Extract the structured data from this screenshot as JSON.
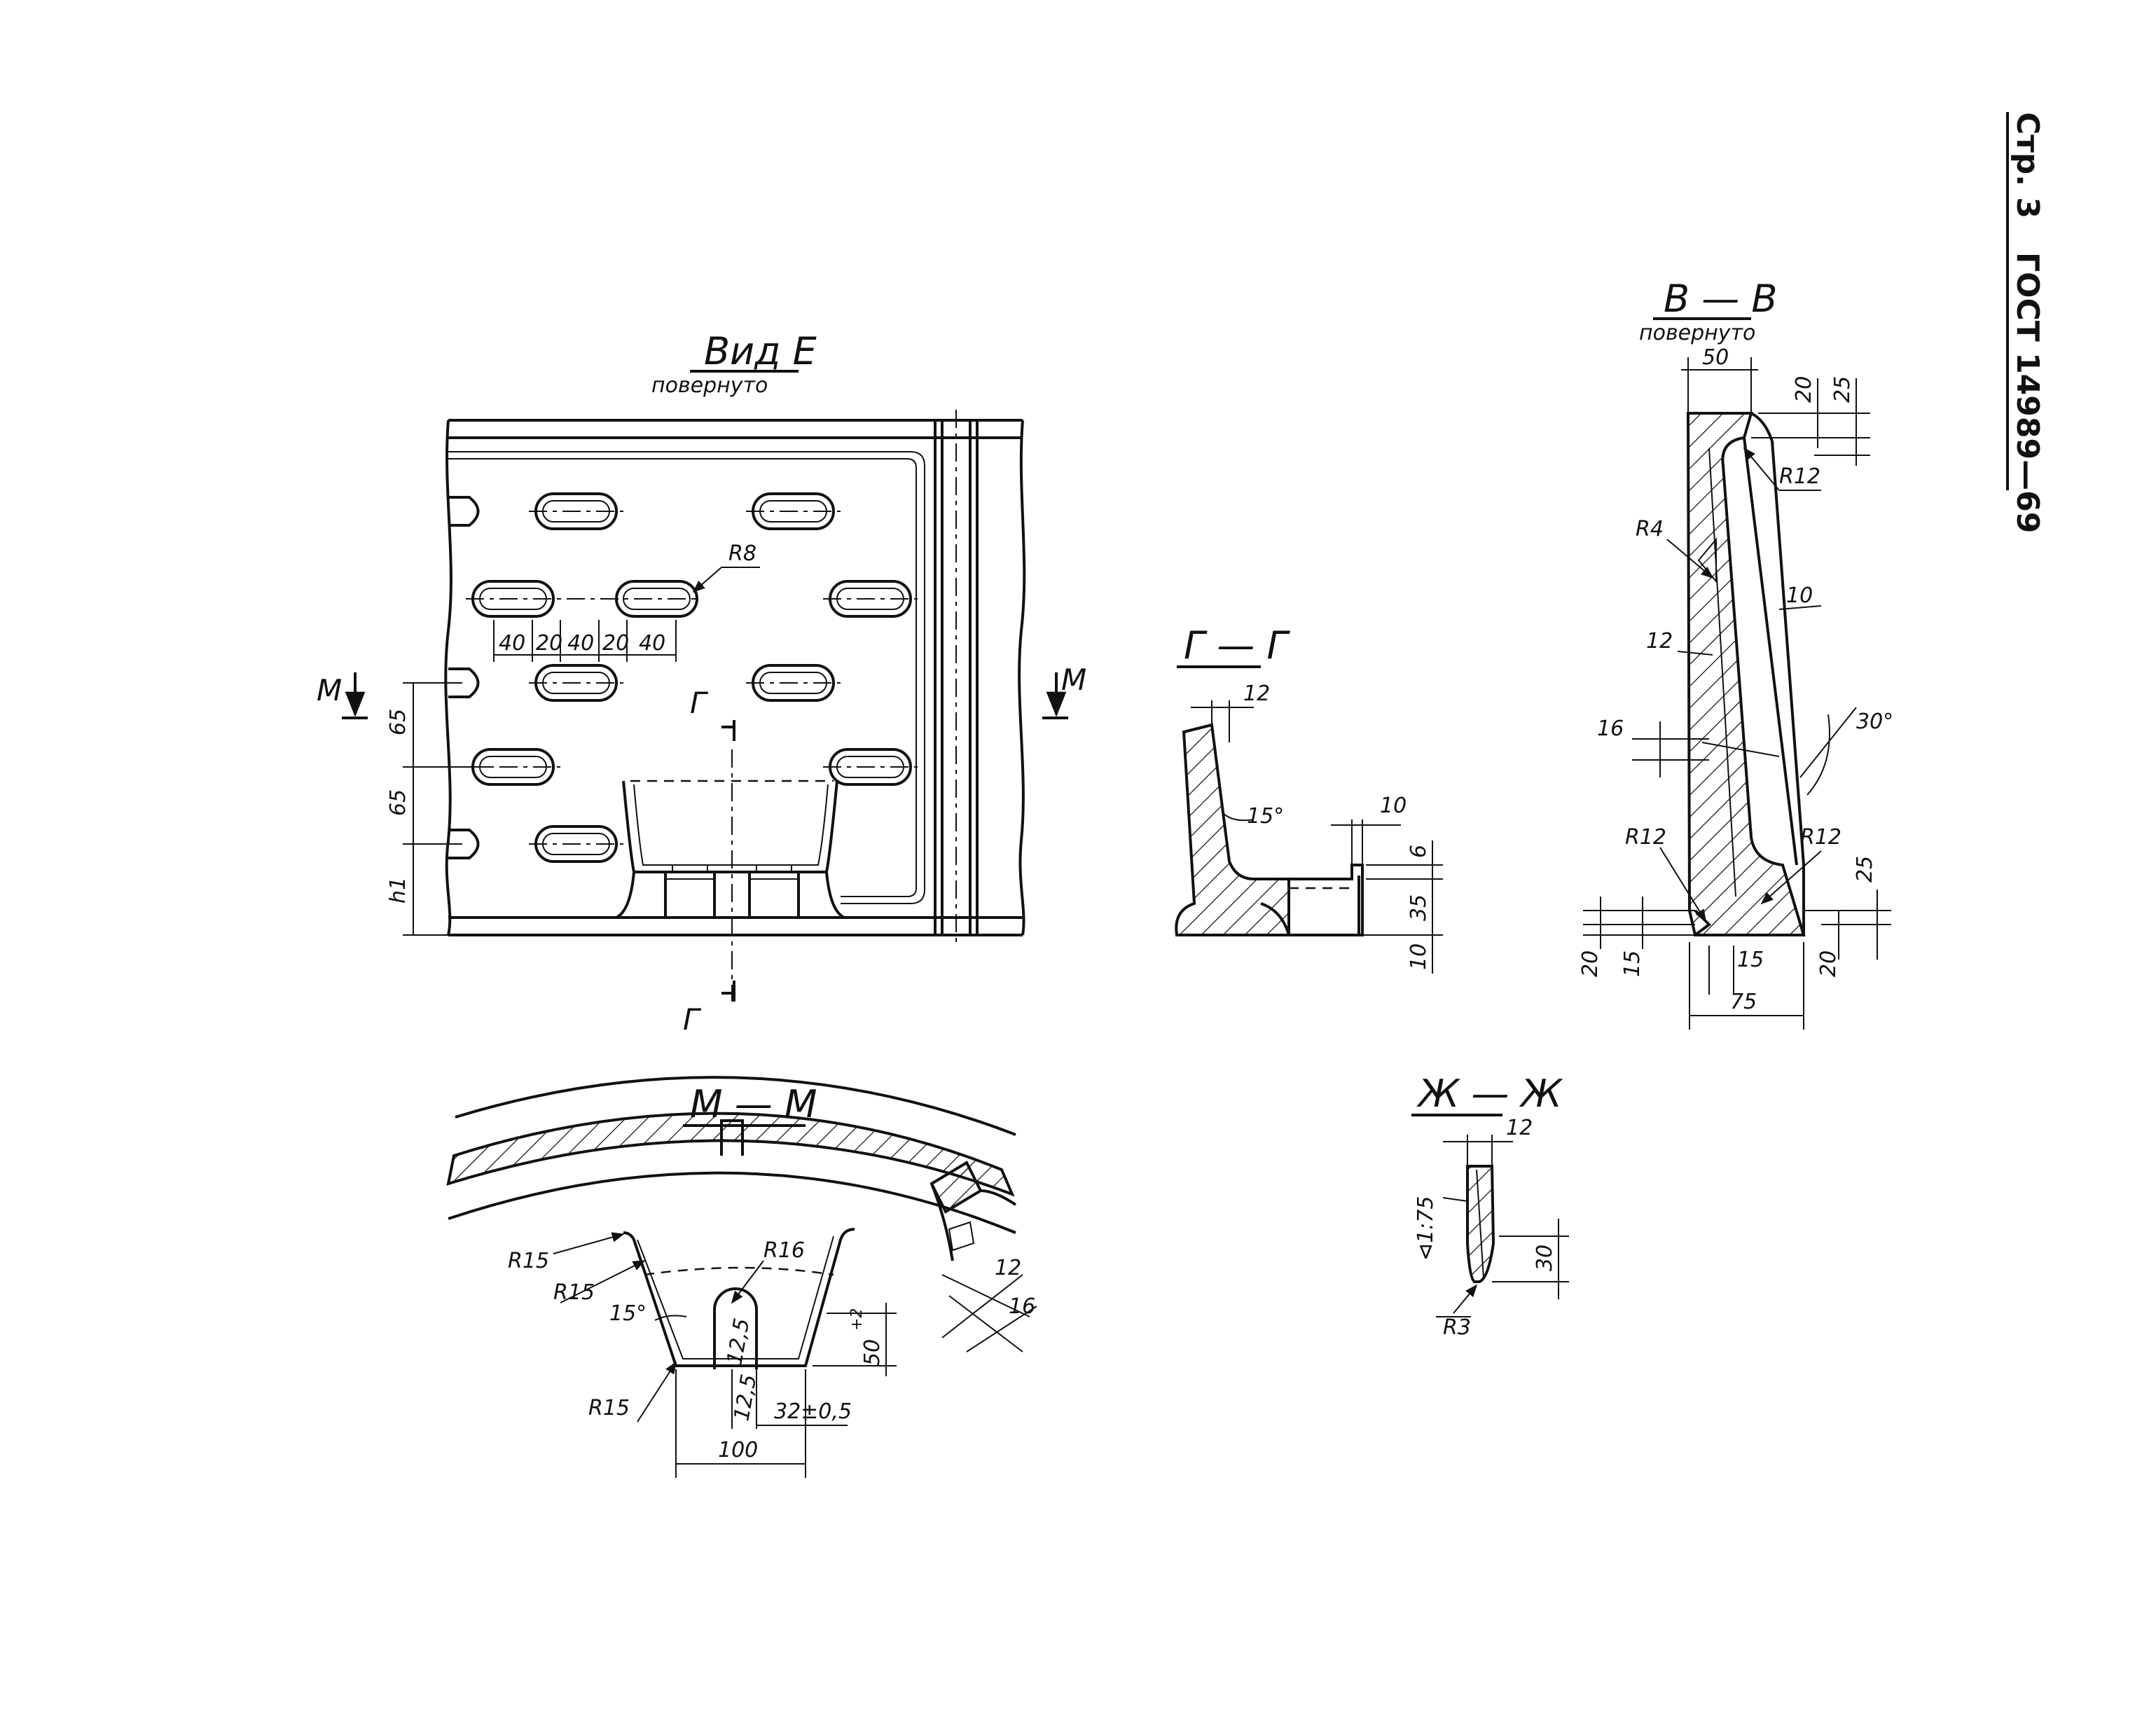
{
  "header": {
    "page": "Стр. 3",
    "standard": "ГОСТ 14989—69"
  },
  "view_e": {
    "title": "Вид  Е",
    "subtitle": "повернуто",
    "labels": {
      "r8": "R8",
      "m_left": "М",
      "m_right": "М",
      "g_top": "Г",
      "g_bottom": "Г"
    },
    "dims": {
      "d40a": "40",
      "d20a": "20",
      "d40b": "40",
      "d20b": "20",
      "d40c": "40",
      "d65a": "65",
      "d65b": "65",
      "h1": "h1"
    }
  },
  "section_gg": {
    "title": "Г — Г",
    "dims": {
      "d12": "12",
      "angle": "15°",
      "d10a": "10",
      "d6": "6",
      "d35": "35",
      "d10b": "10"
    }
  },
  "section_vv": {
    "title": "В — В",
    "subtitle": "повернуто",
    "dims": {
      "d50": "50",
      "d20t": "20",
      "d25t": "25",
      "r12a": "R12",
      "r4": "R4",
      "d10": "10",
      "d12": "12",
      "angle": "30°",
      "d16": "16",
      "r12b": "R12",
      "r12c": "R12",
      "d25b": "25",
      "d20bl": "20",
      "d15l": "15",
      "d15": "15",
      "d20br": "20",
      "d75": "75"
    }
  },
  "section_mm": {
    "title": "М — М",
    "dims": {
      "r15a": "R15",
      "r15b": "R15",
      "r15c": "R15",
      "r16": "R16",
      "angle": "15°",
      "d125a": "12,5",
      "d125b": "12,5",
      "d32": "32±0,5",
      "d100": "100",
      "d50": "50",
      "d50_tol": "+2",
      "d12": "12",
      "d16": "16"
    }
  },
  "section_zz": {
    "title": "Ж — Ж",
    "dims": {
      "d12": "12",
      "taper": "⊲1:75",
      "d30": "30",
      "r3": "R3"
    }
  }
}
